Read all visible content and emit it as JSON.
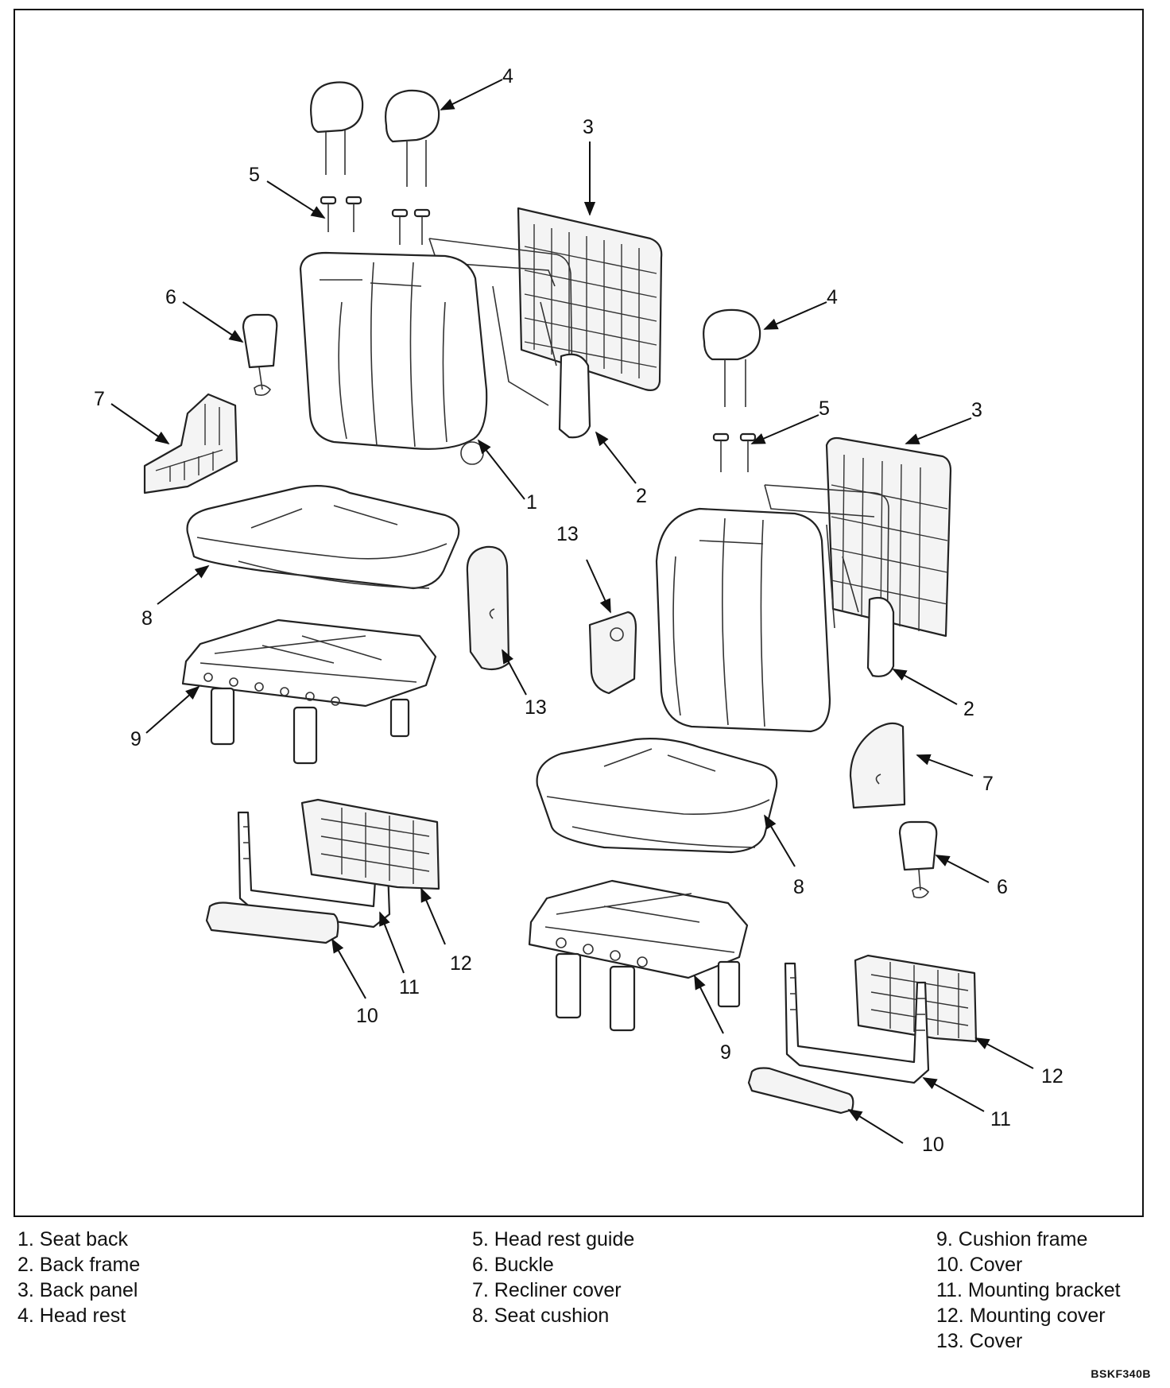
{
  "callouts": {
    "n1": "1",
    "n2": "2",
    "n2b": "2",
    "n3": "3",
    "n3b": "3",
    "n4": "4",
    "n4b": "4",
    "n5": "5",
    "n5b": "5",
    "n6": "6",
    "n6b": "6",
    "n7": "7",
    "n7b": "7",
    "n8": "8",
    "n8b": "8",
    "n9": "9",
    "n9b": "9",
    "n10": "10",
    "n10b": "10",
    "n11": "11",
    "n11b": "11",
    "n12": "12",
    "n12b": "12",
    "n13": "13",
    "n13b": "13"
  },
  "legend": {
    "col1": [
      "1. Seat back",
      "2. Back frame",
      "3. Back panel",
      "4. Head rest"
    ],
    "col2": [
      "5. Head rest guide",
      "6. Buckle",
      "7. Recliner cover",
      "8. Seat cushion"
    ],
    "col3": [
      "9. Cushion frame",
      "10. Cover",
      "11. Mounting bracket",
      "12. Mounting cover",
      "13. Cover"
    ]
  },
  "doc_code": "BSKF340B"
}
